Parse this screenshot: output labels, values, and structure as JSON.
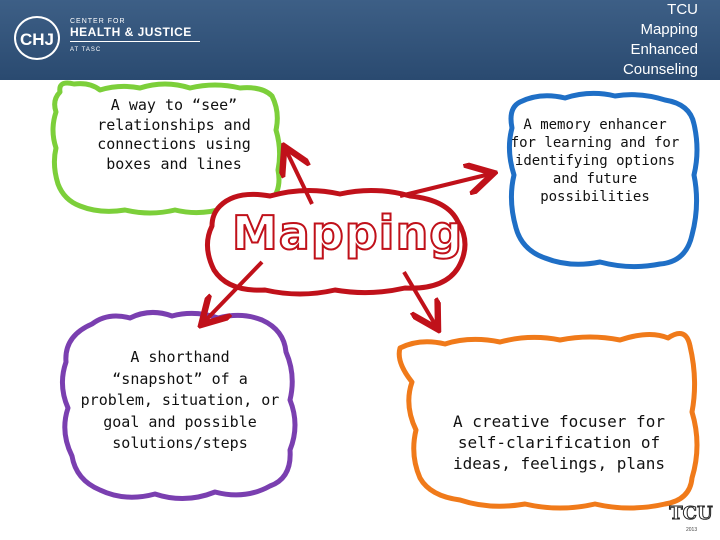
{
  "header": {
    "logo": {
      "mark": "CHJ",
      "line1": "CENTER FOR",
      "line2": "HEALTH & JUSTICE",
      "line3": "AT TASC"
    },
    "title_lines": [
      "TCU",
      "Mapping",
      "Enhanced",
      "Counseling"
    ],
    "band_color": "#2f5079"
  },
  "diagram": {
    "center": {
      "label": "Mapping",
      "color": "#c0111a"
    },
    "bubbles": [
      {
        "id": "green",
        "color": "#7ccf3a",
        "text": [
          "A way to “see”",
          "relationships and",
          "connections using",
          "boxes and lines"
        ]
      },
      {
        "id": "blue",
        "color": "#1f6fc6",
        "text": [
          "A memory enhancer",
          "for learning and for",
          "identifying options",
          "and future",
          "possibilities"
        ]
      },
      {
        "id": "purple",
        "color": "#7a3fb0",
        "text": [
          "A shorthand",
          "“snapshot” of a",
          "problem, situation, or",
          "goal and possible",
          "solutions/steps"
        ]
      },
      {
        "id": "orange",
        "color": "#f07a1a",
        "text": [
          "A creative focuser for",
          "self-clarification of",
          "ideas, feelings, plans"
        ]
      }
    ],
    "arrow_color": "#c0111a"
  },
  "footer": {
    "mark": "TCU",
    "sub": "2013"
  }
}
